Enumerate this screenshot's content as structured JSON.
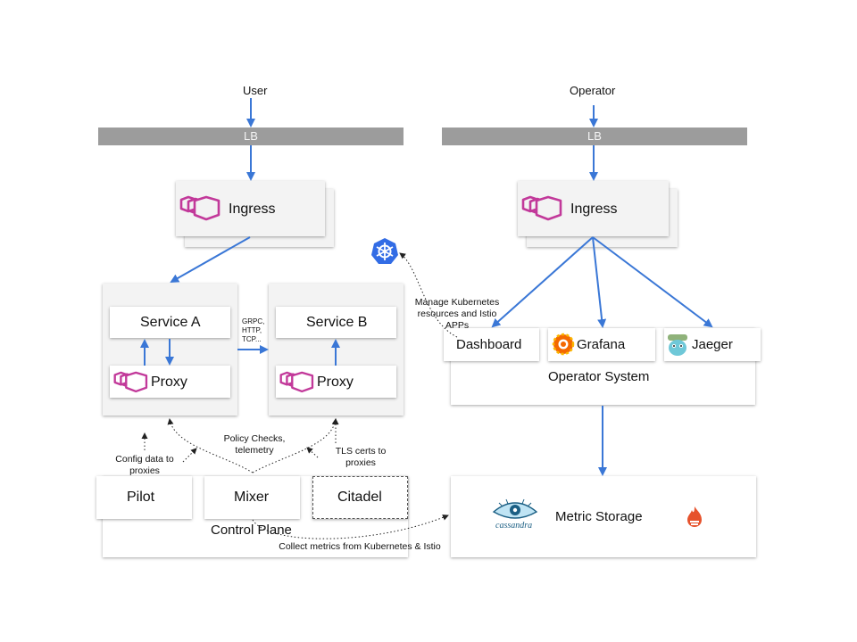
{
  "left": {
    "user_label": "User",
    "lb_label": "LB",
    "ingress_label": "Ingress",
    "service_a": {
      "title": "Service A",
      "proxy": "Proxy"
    },
    "service_b": {
      "title": "Service B",
      "proxy": "Proxy"
    },
    "protocols": [
      "GRPC,",
      "HTTP,",
      "TCP..."
    ],
    "control_plane": {
      "title": "Control Plane",
      "pilot": "Pilot",
      "mixer": "Mixer",
      "citadel": "Citadel"
    },
    "notes": {
      "config": "Config data to proxies",
      "policy": "Policy Checks, telemetry",
      "tls": "TLS certs to proxies",
      "collect": "Collect metrics from Kubernetes & Istio"
    }
  },
  "right": {
    "operator_label": "Operator",
    "lb_label": "LB",
    "ingress_label": "Ingress",
    "manage_note": "Manage Kubernetes resources and Istio APPs",
    "operator_system": {
      "title": "Operator System",
      "dashboard": "Dashboard",
      "grafana": "Grafana",
      "jaeger": "Jaeger"
    },
    "metric_storage": {
      "title": "Metric Storage",
      "cassandra_logo_text": "cassandra"
    }
  },
  "colors": {
    "arrow_blue": "#3a77d6",
    "envoy_magenta": "#c2399a",
    "k8s_blue": "#326ce5",
    "grafana_orange": "#f46800",
    "prometheus_orange": "#e6522c",
    "lb_gray": "#9c9c9c"
  },
  "icons": [
    "envoy-icon",
    "kubernetes-icon",
    "grafana-icon",
    "jaeger-icon",
    "cassandra-icon",
    "prometheus-icon"
  ]
}
